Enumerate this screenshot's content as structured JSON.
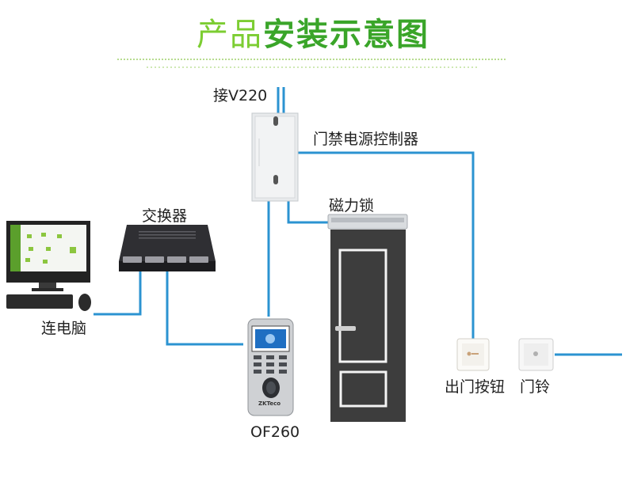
{
  "title": {
    "light": "产品",
    "bold": "安装示意图"
  },
  "labels": {
    "power_input": "接V220",
    "power_controller": "门禁电源控制器",
    "switch": "交换器",
    "magnetic_lock": "磁力锁",
    "computer": "连电脑",
    "device_model": "OF260",
    "exit_button": "出门按钮",
    "doorbell": "门铃"
  },
  "device": {
    "brand": "ZKTeco"
  },
  "colors": {
    "wire": "#2b93d1",
    "title_light": "#7ccd32",
    "title_bold": "#3aa529",
    "door": "#3d3d3d"
  }
}
